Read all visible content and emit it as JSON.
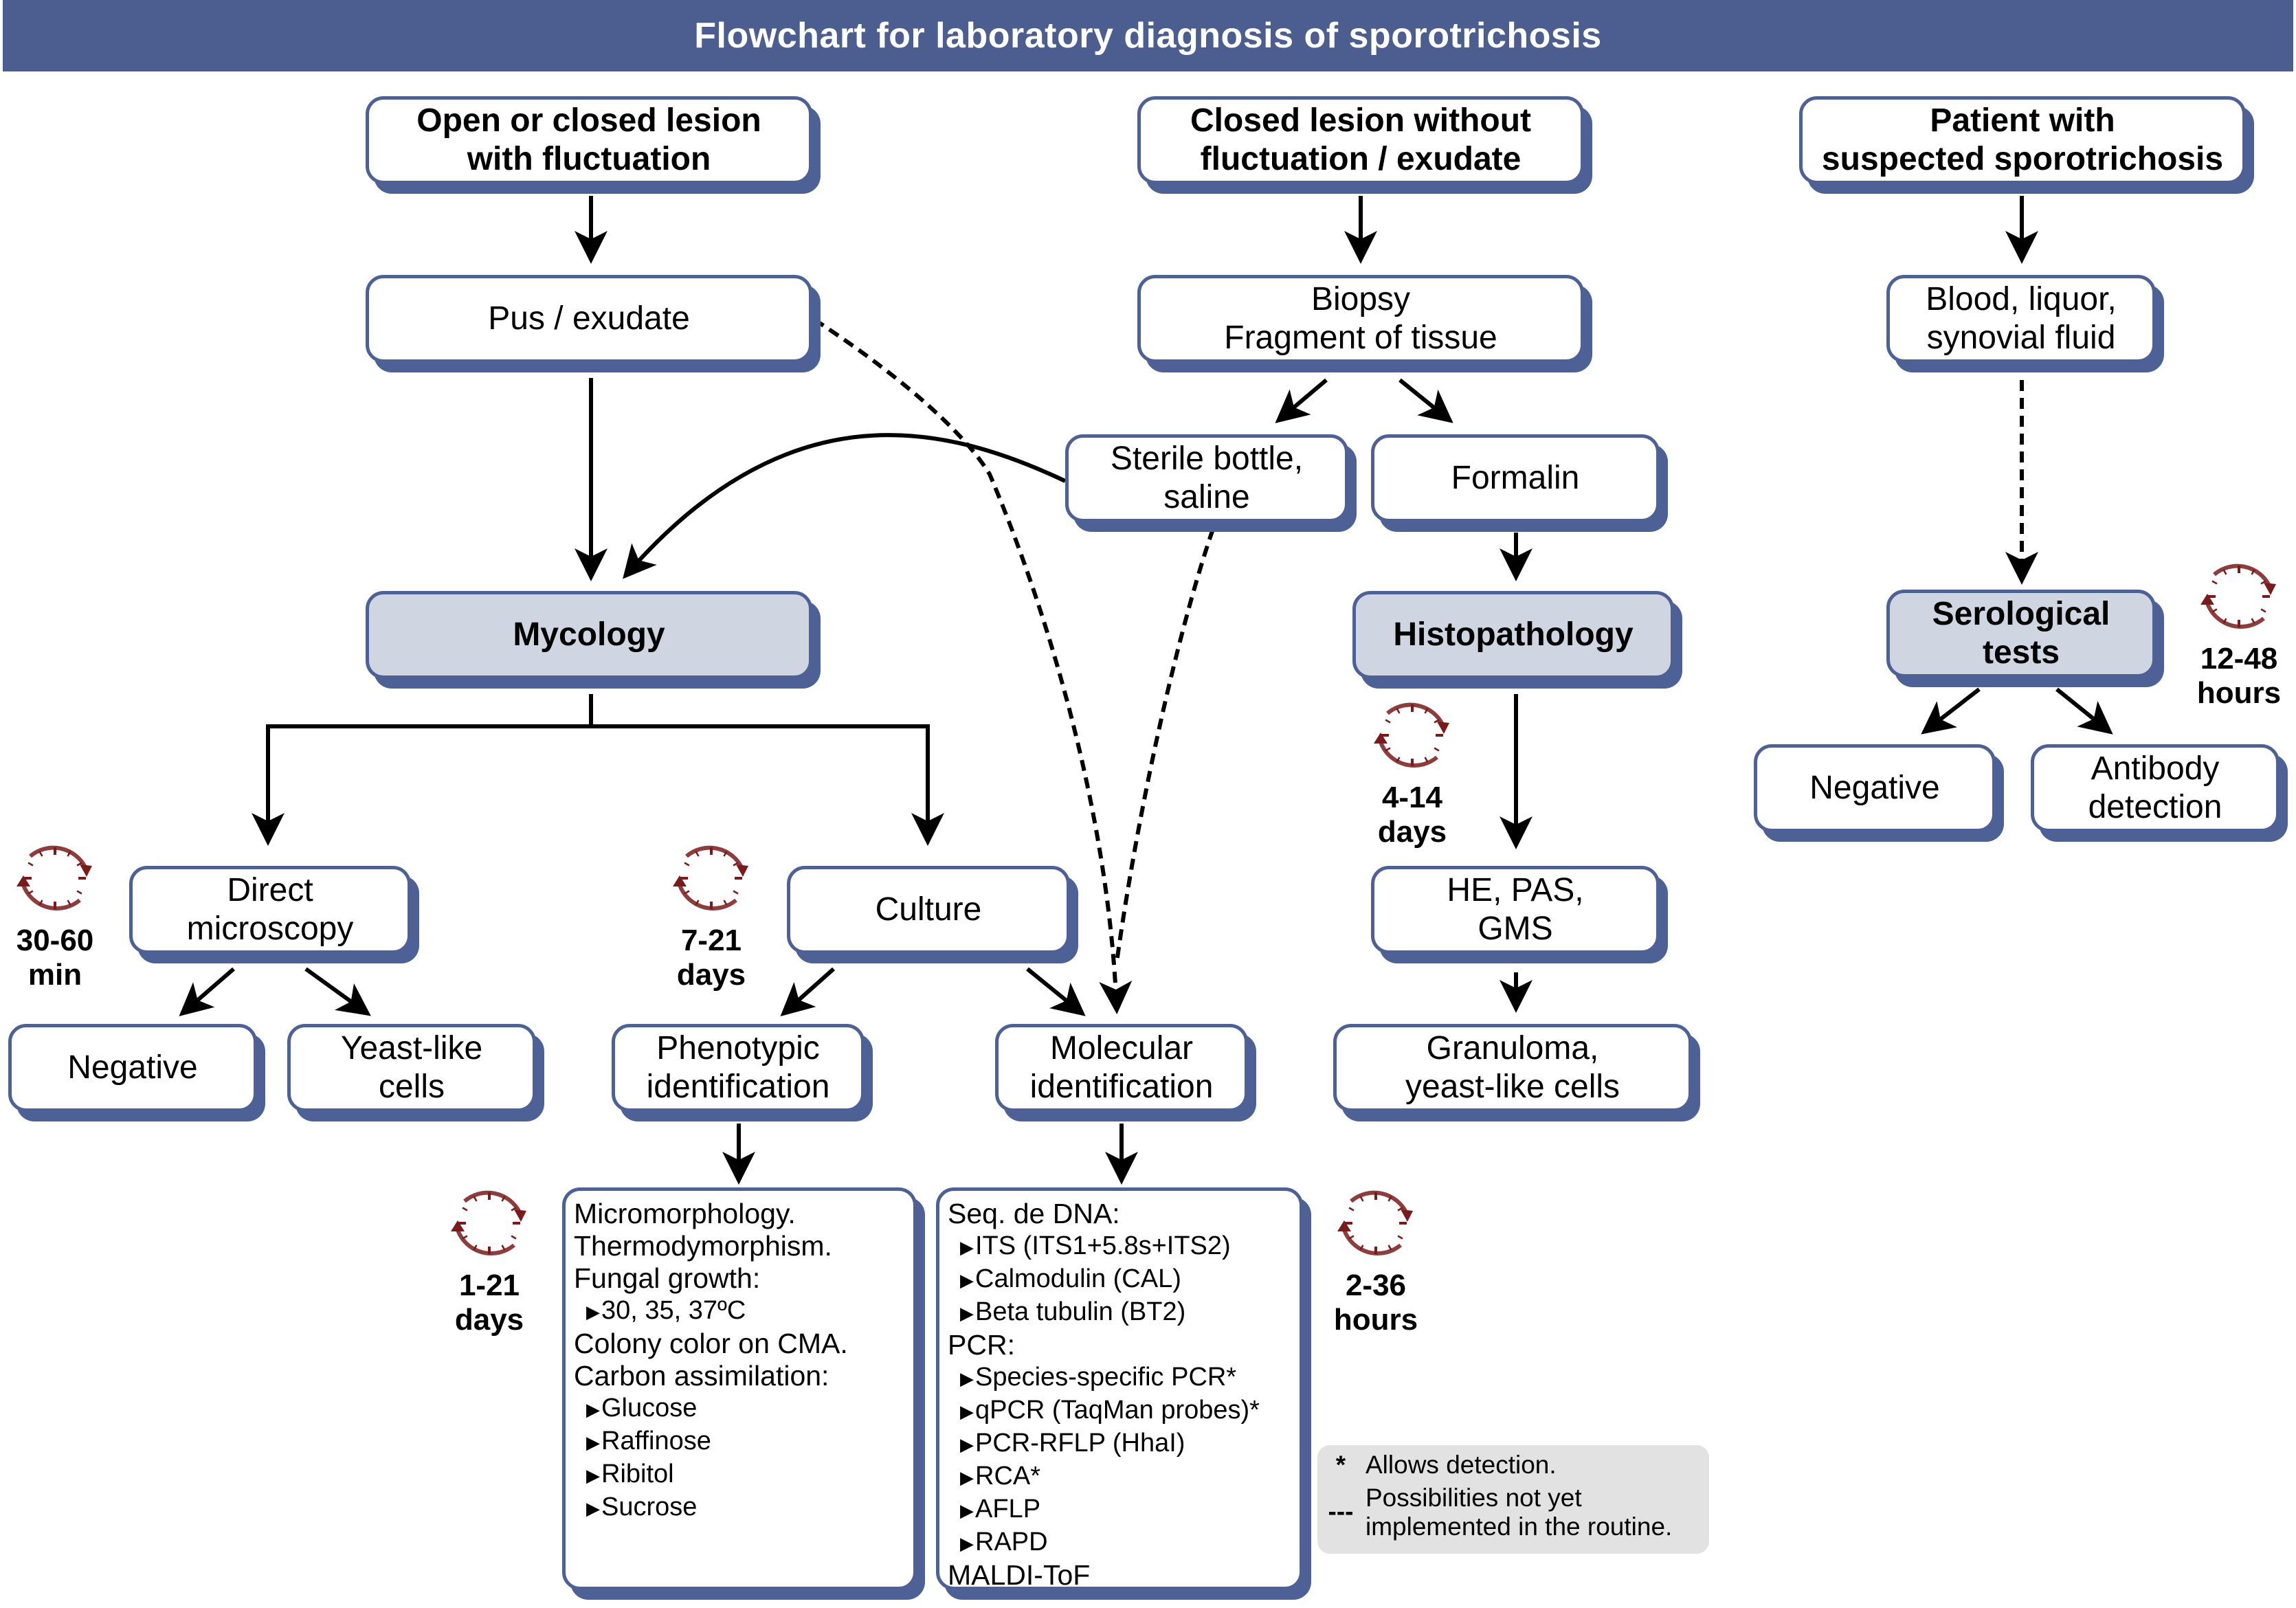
{
  "title": "Flowchart for laboratory diagnosis of sporotrichosis",
  "colors": {
    "header_bg": "#4b5e8f",
    "box_border": "#4e6196",
    "highlight_box": "#cfd6e1",
    "timer_icon": "#7a1a1a",
    "legend_bg": "#e2e2e2"
  },
  "nodes": {
    "open_lesion": [
      "Open or closed lesion",
      "with fluctuation"
    ],
    "closed_lesion": [
      "Closed lesion without",
      "fluctuation / exudate"
    ],
    "patient_suspected": [
      "Patient with",
      "suspected sporotrichosis"
    ],
    "pus_exudate": [
      "Pus / exudate"
    ],
    "biopsy": [
      "Biopsy",
      "Fragment of tissue"
    ],
    "blood": [
      "Blood, liquor,",
      "synovial fluid"
    ],
    "sterile_bottle": [
      "Sterile bottle,",
      "saline"
    ],
    "formalin": [
      "Formalin"
    ],
    "mycology": [
      "Mycology"
    ],
    "histopathology": [
      "Histopathology"
    ],
    "serological": [
      "Serological",
      "tests"
    ],
    "sero_negative": [
      "Negative"
    ],
    "antibody": [
      "Antibody",
      "detection"
    ],
    "direct_microscopy": [
      "Direct",
      "microscopy"
    ],
    "culture": [
      "Culture"
    ],
    "he_pas_gms": [
      "HE, PAS,",
      "GMS"
    ],
    "micro_negative": [
      "Negative"
    ],
    "yeast_like": [
      "Yeast-like",
      "cells"
    ],
    "phenotypic": [
      "Phenotypic",
      "identification"
    ],
    "molecular": [
      "Molecular",
      "identification"
    ],
    "granuloma": [
      "Granuloma,",
      "yeast-like cells"
    ]
  },
  "phenotypic_methods": [
    {
      "text": "Micromorphology.",
      "sub": false
    },
    {
      "text": "Thermodymorphism.",
      "sub": false
    },
    {
      "text": "Fungal growth:",
      "sub": false
    },
    {
      "text": "30, 35, 37ºC",
      "sub": true
    },
    {
      "text": "Colony color on CMA.",
      "sub": false
    },
    {
      "text": "Carbon assimilation:",
      "sub": false
    },
    {
      "text": "Glucose",
      "sub": true
    },
    {
      "text": "Raffinose",
      "sub": true
    },
    {
      "text": "Ribitol",
      "sub": true
    },
    {
      "text": "Sucrose",
      "sub": true
    }
  ],
  "molecular_methods": [
    {
      "text": "Seq. de DNA:",
      "sub": false
    },
    {
      "text": "ITS (ITS1+5.8s+ITS2)",
      "sub": true
    },
    {
      "text": "Calmodulin (CAL)",
      "sub": true
    },
    {
      "text": "Beta tubulin (BT2)",
      "sub": true
    },
    {
      "text": "PCR:",
      "sub": false
    },
    {
      "text": "Species-specific PCR*",
      "sub": true
    },
    {
      "text": "qPCR (TaqMan probes)*",
      "sub": true
    },
    {
      "text": "PCR-RFLP (HhaI)",
      "sub": true
    },
    {
      "text": "RCA*",
      "sub": true
    },
    {
      "text": "AFLP",
      "sub": true
    },
    {
      "text": "RAPD",
      "sub": true
    },
    {
      "text": "MALDI-ToF",
      "sub": false
    }
  ],
  "timers": {
    "direct_microscopy": [
      "30-60",
      "min"
    ],
    "culture": [
      "7-21",
      "days"
    ],
    "histopathology": [
      "4-14",
      "days"
    ],
    "serological": [
      "12-48",
      "hours"
    ],
    "phenotypic": [
      "1-21",
      "days"
    ],
    "molecular": [
      "2-36",
      "hours"
    ]
  },
  "legend": [
    {
      "symbol": "*",
      "text": [
        "Allows detection."
      ]
    },
    {
      "symbol": "---",
      "text": [
        "Possibilities not yet",
        "implemented in the routine."
      ]
    }
  ],
  "icons": {
    "timer": "clock-cycle-icon",
    "list_bullet": "triangle-right-icon"
  }
}
